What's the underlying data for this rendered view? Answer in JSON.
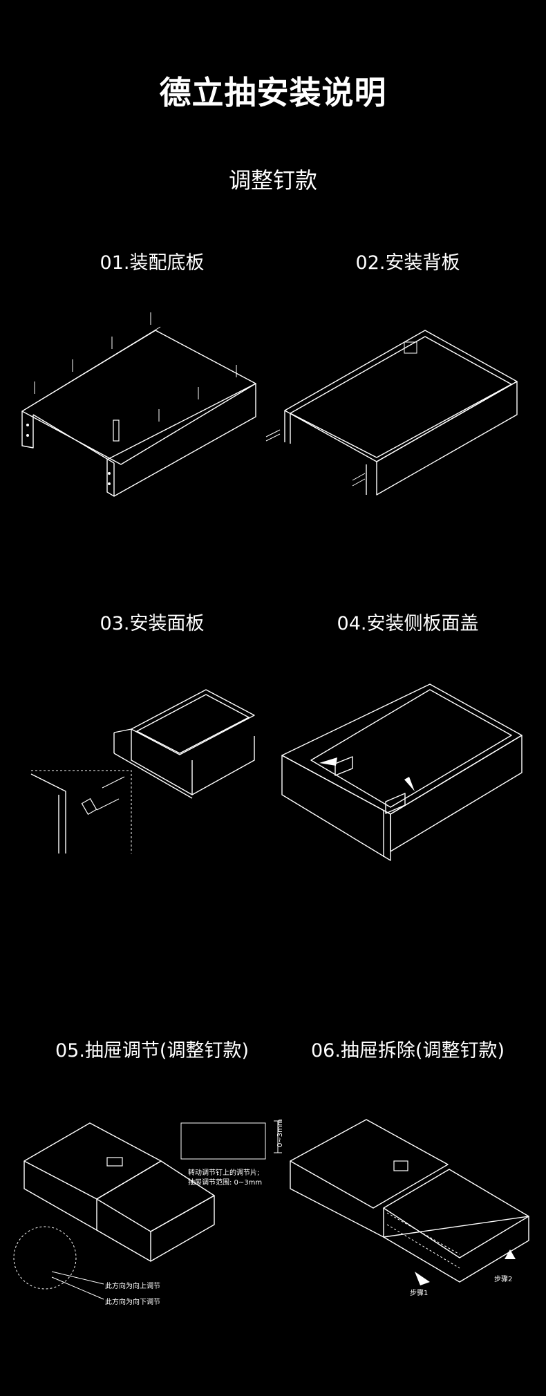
{
  "header": {
    "title": "德立抽安装说明",
    "subtitle": "调整钉款"
  },
  "steps": [
    {
      "label": "01.装配底板"
    },
    {
      "label": "02.安装背板"
    },
    {
      "label": "03.安装面板"
    },
    {
      "label": "04.安装侧板面盖"
    },
    {
      "label": "05.抽屉调节(调整钉款)"
    },
    {
      "label": "06.抽屉拆除(调整钉款)"
    }
  ],
  "annotations": {
    "adjust_range_dim": "0~3mm",
    "adjust_note_line1": "转动调节钉上的调节片;",
    "adjust_note_line2": "抽屉调节范围: 0~3mm",
    "rotate_up": "此方向为向上调节",
    "rotate_down": "此方向为向下调节",
    "removal_step1": "步骤1",
    "removal_step2": "步骤2"
  }
}
